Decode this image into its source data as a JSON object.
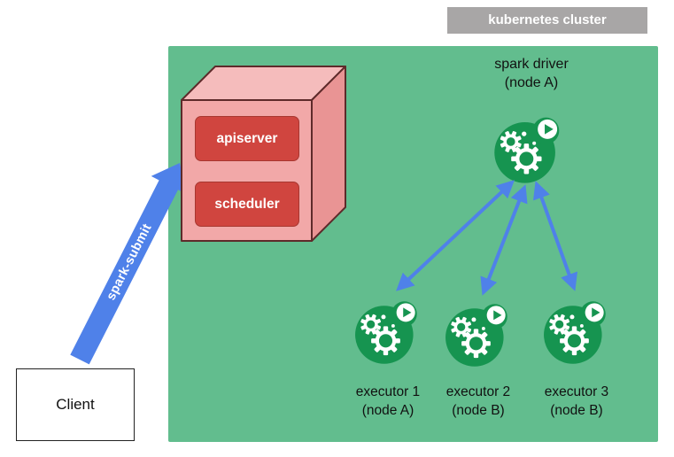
{
  "cluster": {
    "label": "kubernetes cluster"
  },
  "control_plane": {
    "apiserver_label": "apiserver",
    "scheduler_label": "scheduler"
  },
  "client": {
    "label": "Client"
  },
  "spark_submit": {
    "label": "spark-submit"
  },
  "driver": {
    "name": "spark driver",
    "node": "(node A)"
  },
  "executors": [
    {
      "name": "executor 1",
      "node": "(node A)"
    },
    {
      "name": "executor 2",
      "node": "(node B)"
    },
    {
      "name": "executor 3",
      "node": "(node B)"
    }
  ],
  "colors": {
    "cluster_green": "#62bd8e",
    "pod_green": "#169450",
    "arrow_blue": "#4f81e9",
    "control_plane_red": "#d0453f",
    "cube_pink": "#f2a8a8",
    "label_gray": "#a8a6a6"
  }
}
